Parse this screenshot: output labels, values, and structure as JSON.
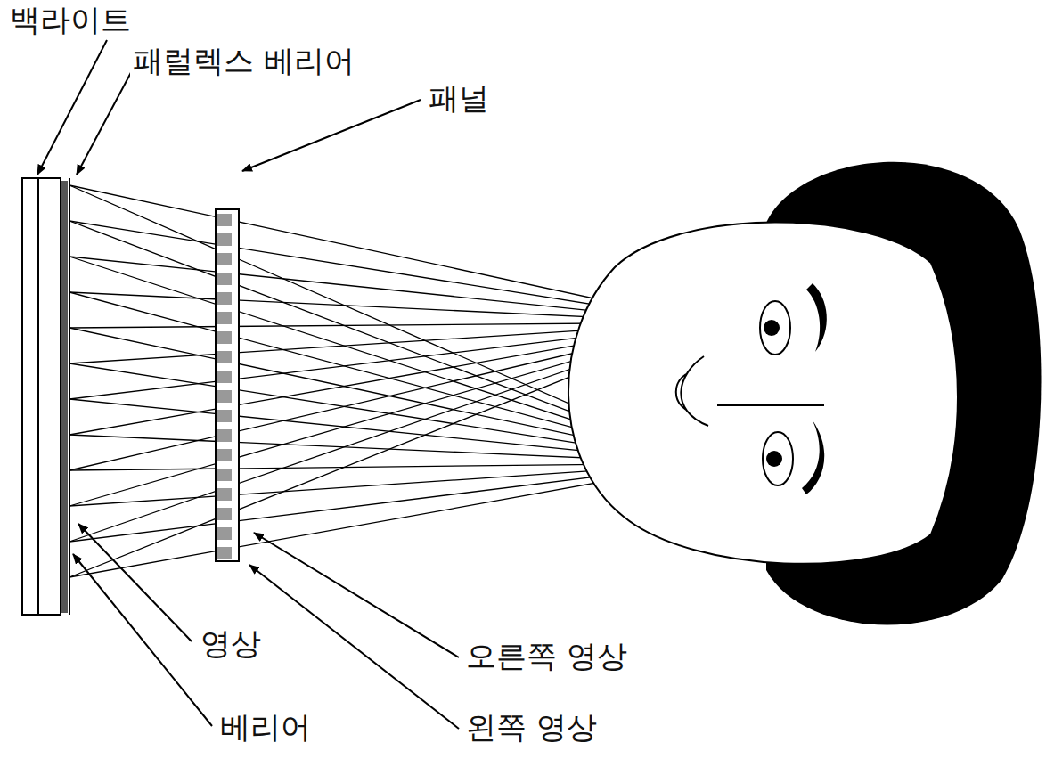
{
  "diagram": {
    "labels": [
      "백라이트",
      "패럴렉스 베리어",
      "패널",
      "영상",
      "베리어",
      "오른쪽 영상",
      "왼쪽 영상"
    ]
  }
}
